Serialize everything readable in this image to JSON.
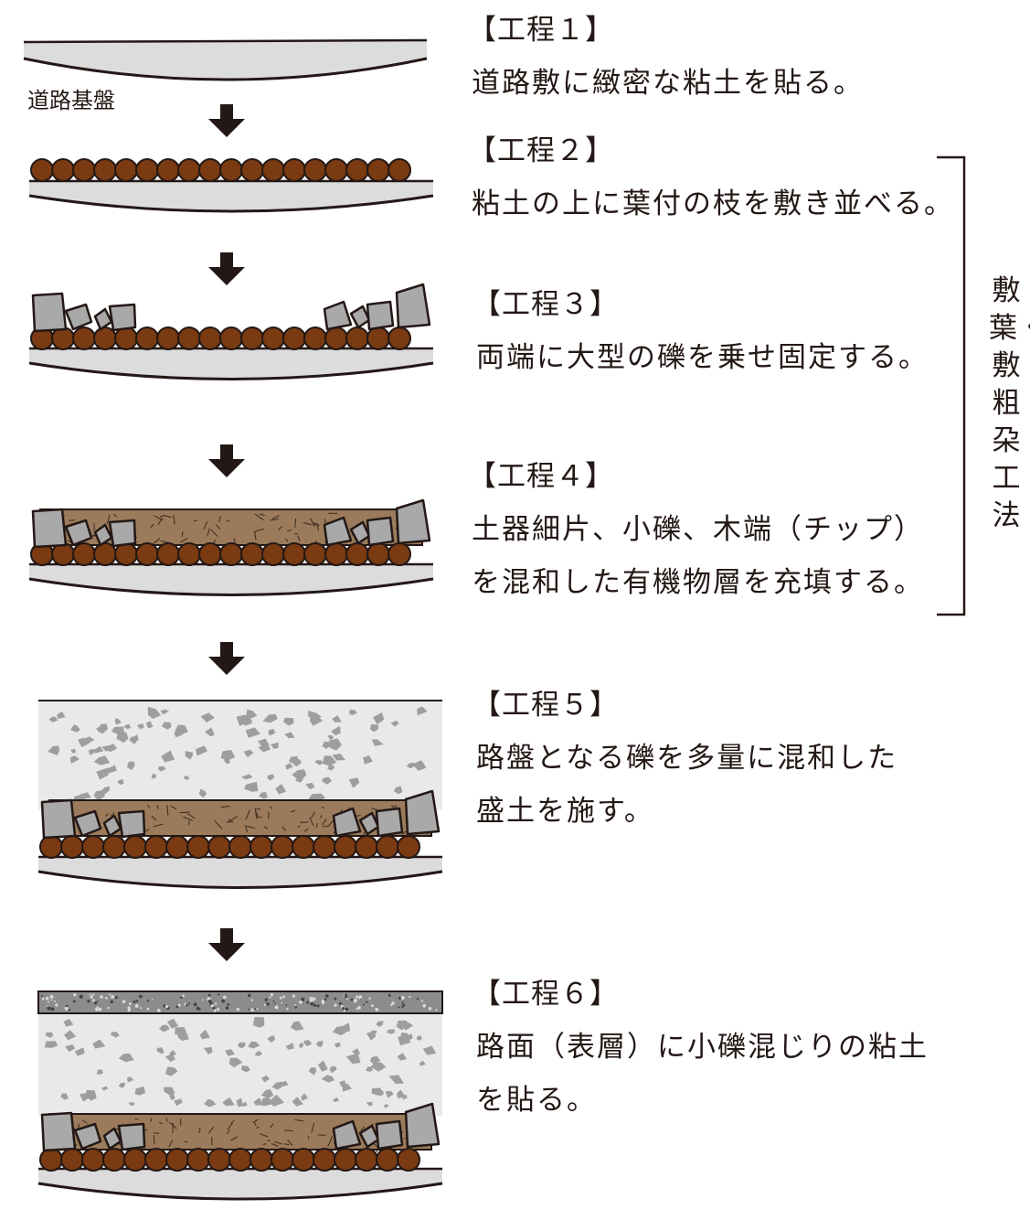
{
  "base_label": "道路基盤",
  "steps": [
    {
      "heading": "【工程１】",
      "lines": [
        "道路敷に緻密な粘土を貼る。"
      ]
    },
    {
      "heading": "【工程２】",
      "lines": [
        "粘土の上に葉付の枝を敷き並べる。"
      ]
    },
    {
      "heading": "【工程３】",
      "lines": [
        "両端に大型の礫を乗せ固定する。"
      ]
    },
    {
      "heading": "【工程４】",
      "lines": [
        "土器細片、小礫、木端（チップ）",
        "を混和した有機物層を充填する。"
      ]
    },
    {
      "heading": "【工程５】",
      "lines": [
        "路盤となる礫を多量に混和した",
        "盛土を施す。"
      ]
    },
    {
      "heading": "【工程６】",
      "lines": [
        "路面（表層）に小礫混じりの粘土",
        "を貼る。"
      ]
    }
  ],
  "bracket_label": "敷葉・敷粗朶工法",
  "colors": {
    "ink": "#231815",
    "clay": "#dcdcdc",
    "branch": "#7a3a12",
    "stone": "#a9a9a9",
    "organic": "#9b7b5b",
    "fill": "#e9e9e9",
    "chip": "#9e9e9e",
    "surface": "#8c8c8c"
  }
}
